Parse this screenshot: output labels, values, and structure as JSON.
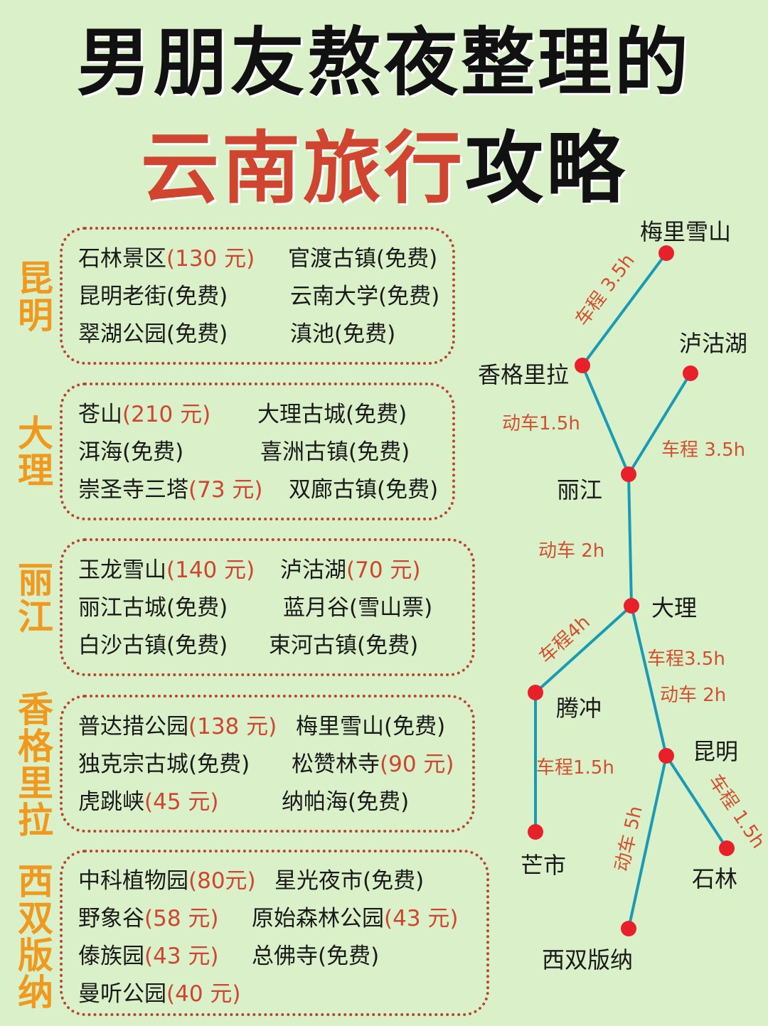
{
  "colors": {
    "accent": "#d0452f",
    "orange": "#ef9a1f",
    "route": "#1a9bb5",
    "node": "#e8202a",
    "background": "#d9f0c9"
  },
  "title": {
    "line1": "男朋友熬夜整理的",
    "line2_accent": "云南旅行",
    "line2_rest": "攻略"
  },
  "regions": [
    {
      "name": "昆明",
      "spots": [
        {
          "name": "石林景区",
          "price": "(130 元)"
        },
        {
          "name": "官渡古镇(免费)",
          "price": ""
        },
        {
          "name": "昆明老街(免费)",
          "price": ""
        },
        {
          "name": "云南大学(免费)",
          "price": ""
        },
        {
          "name": "翠湖公园(免费)",
          "price": ""
        },
        {
          "name": "滇池(免费)",
          "price": ""
        }
      ]
    },
    {
      "name": "大理",
      "spots": [
        {
          "name": "苍山",
          "price": "(210 元)"
        },
        {
          "name": "大理古城(免费)",
          "price": ""
        },
        {
          "name": "洱海(免费)",
          "price": ""
        },
        {
          "name": "喜洲古镇(免费)",
          "price": ""
        },
        {
          "name": "崇圣寺三塔",
          "price": "(73 元)"
        },
        {
          "name": "双廊古镇(免费)",
          "price": ""
        }
      ]
    },
    {
      "name": "丽江",
      "spots": [
        {
          "name": "玉龙雪山",
          "price": "(140 元)"
        },
        {
          "name": "泸沽湖",
          "price": "(70 元)"
        },
        {
          "name": "丽江古城(免费)",
          "price": ""
        },
        {
          "name": "蓝月谷(雪山票)",
          "price": ""
        },
        {
          "name": "白沙古镇(免费)",
          "price": ""
        },
        {
          "name": "束河古镇(免费)",
          "price": ""
        }
      ]
    },
    {
      "name": "香格里拉",
      "spots": [
        {
          "name": "普达措公园",
          "price": "(138 元)"
        },
        {
          "name": "梅里雪山(免费)",
          "price": ""
        },
        {
          "name": "独克宗古城(免费)",
          "price": ""
        },
        {
          "name": "松赞林寺",
          "price": "(90 元)"
        },
        {
          "name": "虎跳峡",
          "price": "(45 元)"
        },
        {
          "name": "纳帕海(免费)",
          "price": ""
        }
      ]
    },
    {
      "name": "西双版纳",
      "spots": [
        {
          "name": "中科植物园",
          "price": "(80元)"
        },
        {
          "name": "星光夜市(免费)",
          "price": ""
        },
        {
          "name": "野象谷",
          "price": "(58 元)"
        },
        {
          "name": "原始森林公园",
          "price": "(43 元)"
        },
        {
          "name": "傣族园",
          "price": "(43 元)"
        },
        {
          "name": "总佛寺(免费)",
          "price": ""
        },
        {
          "name": "曼听公园",
          "price": "(40 元)"
        }
      ]
    }
  ],
  "route_map": {
    "places": {
      "meili": "梅里雪山",
      "shangri_la": "香格里拉",
      "lugu": "泸沽湖",
      "lijiang": "丽江",
      "dali": "大理",
      "tengchong": "腾冲",
      "mangshi": "芒市",
      "kunming": "昆明",
      "shilin": "石林",
      "xishuangbanna": "西双版纳"
    },
    "legs": {
      "shangri_la_meili": "车程 3.5h",
      "lijiang_shangri_la": "动车1.5h",
      "lijiang_lugu": "车程 3.5h",
      "dali_lijiang": "动车 2h",
      "dali_tengchong": "车程4h",
      "dali_kunming_car": "车程3.5h",
      "dali_kunming_train": "动车 2h",
      "tengchong_mangshi": "车程1.5h",
      "kunming_shilin": "车程 1.5h",
      "kunming_xishuangbanna": "动车 5h"
    }
  }
}
